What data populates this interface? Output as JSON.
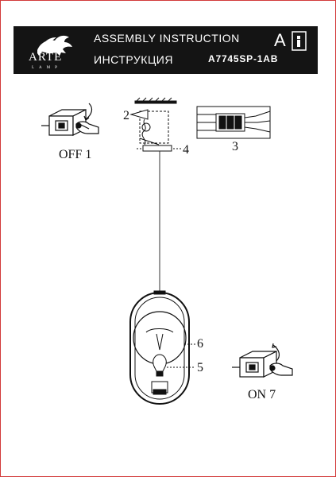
{
  "header": {
    "brand": "ARTE",
    "brand_sub": "LAMP",
    "title_en": "ASSEMBLY INSTRUCTION",
    "title_ru": "ИНСТРУКЦИЯ",
    "model": "A7745SP-1AB",
    "lang_letter": "A",
    "info_icon": "info-book-icon"
  },
  "labels": {
    "off": "OFF 1",
    "on": "ON 7",
    "n2": "2",
    "n3": "3",
    "n4": "4",
    "n5": "5",
    "n6": "6"
  },
  "colors": {
    "header_bg": "#141414",
    "frame": "#d23a3a"
  }
}
